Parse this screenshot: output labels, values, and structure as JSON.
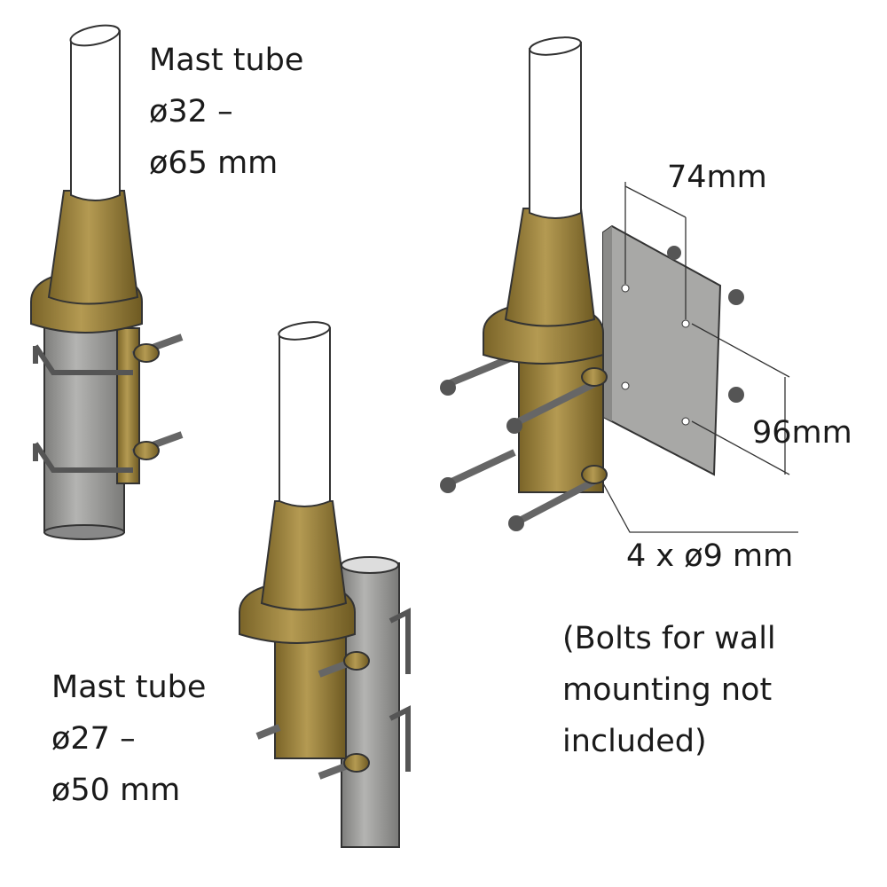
{
  "labels": {
    "top_left": {
      "line1": "Mast tube",
      "line2": "ø32 –",
      "line3": "ø65 mm"
    },
    "bottom_left": {
      "line1": "Mast tube",
      "line2": "ø27 –",
      "line3": "ø50 mm"
    },
    "width_dim": "74mm",
    "height_dim": "96mm",
    "holes": "4 x ø9 mm",
    "note": {
      "line1": "(Bolts for wall",
      "line2": "mounting not",
      "line3": "included)"
    }
  },
  "colors": {
    "brass": "#9c8440",
    "brass_dark": "#6e5a22",
    "pipe": "#9a9a98",
    "plate": "#a8a8a6",
    "tube": "#ffffff"
  }
}
